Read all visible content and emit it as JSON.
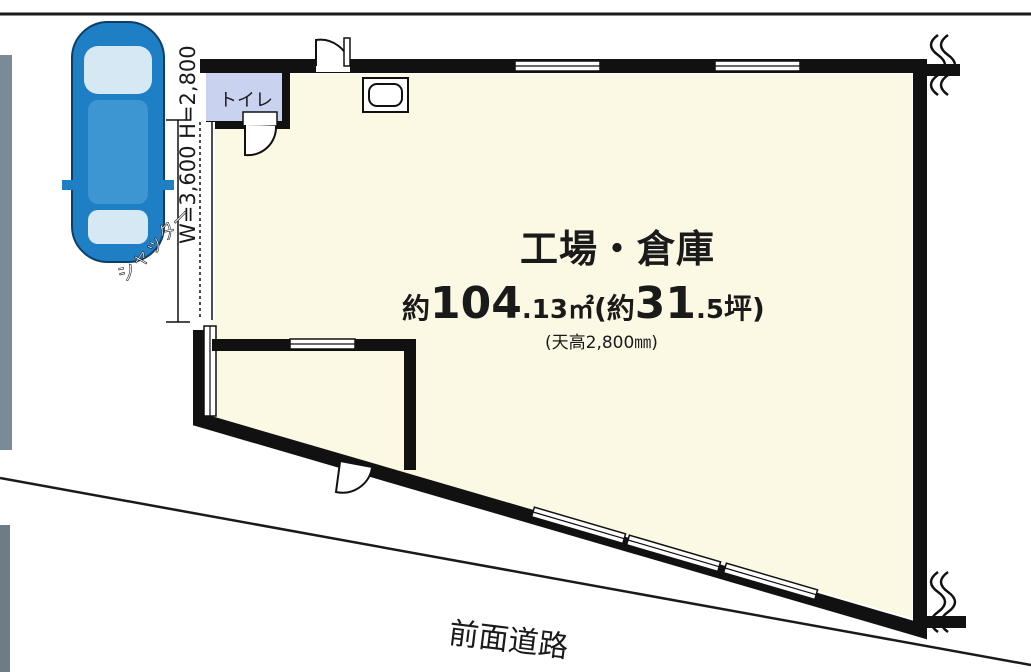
{
  "room": {
    "name": "工場・倉庫",
    "area_prefix": "約",
    "area_int": "104",
    "area_dec": ".13",
    "area_unit": "㎡",
    "tsubo_open": "(約",
    "tsubo_int": "31",
    "tsubo_dec": ".5",
    "tsubo_unit": "坪)",
    "ceiling": "(天高2,800㎜)"
  },
  "toilet_label": "トイレ",
  "shutter": {
    "size": "W=3,600 H=2,800",
    "label": "シャッター"
  },
  "road_label": "前面道路",
  "colors": {
    "floor": "#fbf8e3",
    "wall": "#111111",
    "car": "#1f7fc4",
    "toilet_fill": "#c9d3ef"
  }
}
